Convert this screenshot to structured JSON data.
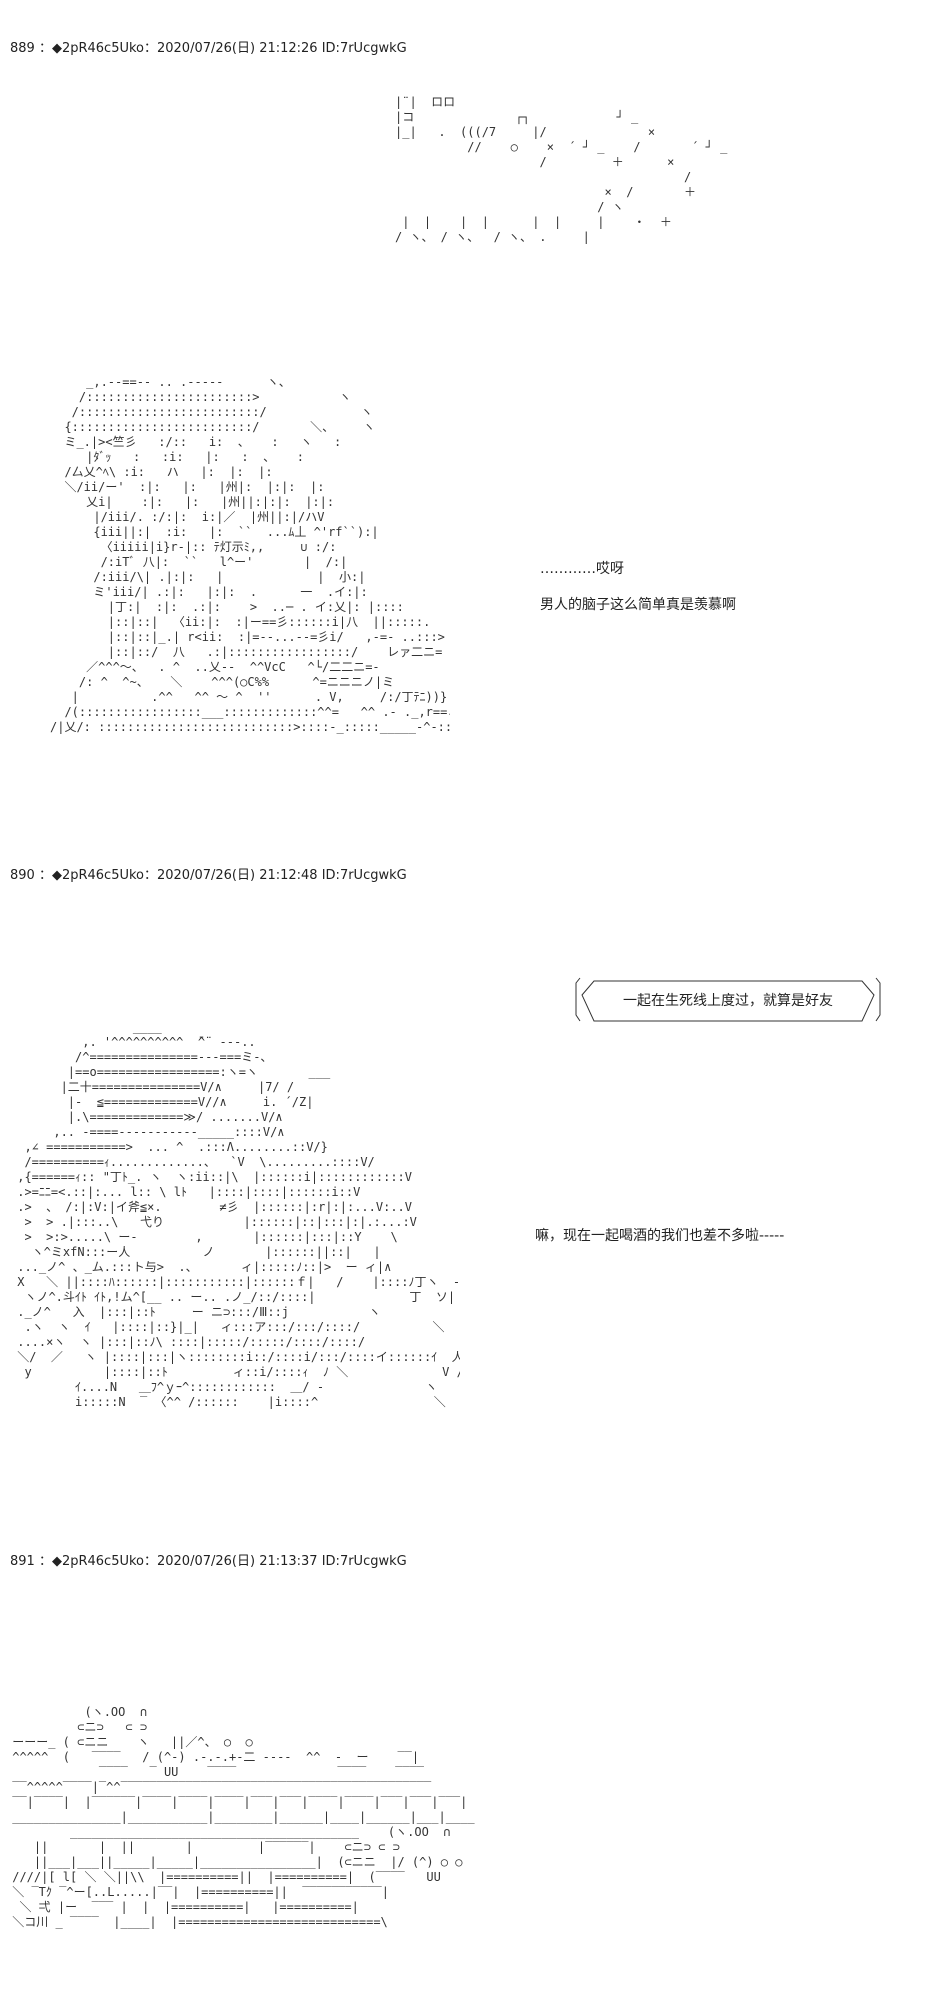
{
  "posts": [
    {
      "header": "889 ：◆2pR46c5Uko：2020/07/26(日) 21:12:26 ID:7rUcgwkG",
      "dialogue": [
        "…………哎呀",
        "男人的脑子这么简单真是羡慕啊"
      ]
    },
    {
      "header": "890 ：◆2pR46c5Uko：2020/07/26(日) 21:12:48 ID:7rUcgwkG",
      "bubble": "一起在生死线上度过，就算是好友",
      "dialogue": [
        "嘛，现在一起喝酒的我们也差不多啦-----"
      ]
    },
    {
      "header": "891 ：◆2pR46c5Uko：2020/07/26(日) 21:13:37 ID:7rUcgwkG"
    }
  ],
  "art": {
    "sfx_top": "|¨|  ロロ\n|コ              ┌┐            ┘ _\n|_|   .  (((/7     |/              ×\n          //    ○    ×  ´ ┘ _    /       ´ ┘ _\n                    /         ＋      ×\n                                        /\n                             ×  /       ＋\n                            / ヽ\n |  |    |  |      |  |     |    ・  ＋\n/ ヽ、 / ヽ、  / ヽ、 .     |",
    "girl": "     _,.--==-- .. .-----      ヽ、\n    /:::::::::::::::::::::::>           ヽ\n   /:::::::::::::::::::::::::/             ヽ\n  {:::::::::::::::::::::::::/       ＼、    ヽ\n  ミ_.|><竺彡   :/::   i:  、   :   ヽ   :\n     |ﾀﾞｯ   :   :i:   |:   :  、   :\n  /厶乂^ﾍ\\ :i:   ハ   |:  |:  |:\n  ＼/ii/ー'  :|:   |:   |州|:  |:|:  |:\n     乂i|    :|:   |:   |州||:|:|:  |:|:\n      |/iii/. :/:|:  i:|／  |州||:|/ハV\n      {iii||:|  :i:   |:  ``  ...ﾑ丄 ^'rf``):|\n       〈iiiii|i}r-|:: ﾃ灯示ﾐ,,     ∪ :/:\n       /:iTﾞ 八|:  ``   l^ー'       |  /:|\n      /:iii/\\| .|:|:   |             |  小:|\n      ミ'iii/| .:|:   |:|:  .      一  .イ:|:\n        |丁:|  :|:  .:|:    >  ..─ . イ:乂|: |::::\n        |::|::|  〈ii:|:  :|ー==彡::::::i|八  ||:::::.\n        |::|::|_.| r<ii:  :|=--...--=彡i/   ,-=- ..:::>\n        |::|::/  八   .:|:::::::::::::::::/    レァ二ニ=\n     ／^^^～、  . ^  ..乂--  ^^VcC   ^└/二二ニ=-\n    /: ^  ^~、   ＼    ^^^(○C%%      ^=ニニニノ|ミ\n   |          .^^   ^^ ～ ^  ''      . V,     /:/丁ﾃﾆ))}\n  /(:::::::::::::::::___:::::::::::::^^=   ^^ .‐ ._,r==ミ/ィ::/ |乂_彡:i|\n/|乂/: :::::::::::::::::::::::::::>::::-_:::::_____-^-::::>:/   }::::::::::|",
    "samurai": "                 ____\n          ,. '^^^^^^^^^^  ̄^¨ ‐--..\n         /^===============---===ミ-、\n        |==o=================:ヽ=ヽ       ___\n       |二十===============V/∧     |7/ /\n        |-  ≦=============V//∧     i. ´/Z|\n        |.\\=============≫/ .......V/∧\n      ,.. -====-----------_____::::V/∧\n  ,∠ ===========>  ... ^  .:::Λ........::V/}\n  /==========ｨ.............、  `V  \\.........::::V/\n ,{======ｨ:: \"丁ﾄ_. ヽ  ヽ:ii::|\\  |::::::i|::::::::::::V\n .>=ﾆﾆ=<.::|:... l:: \\ lﾄ   |::::|::::|::::::i::V\n .>  、 /:|:V:|イ斧≦×.        ≠彡  |::::::|:r|:|:...V:..V\n  >  > .|:::..\\   弋り           |::::::|::|:::|:|.:...:V\n  >  >:>.....\\ ー‐        ,       |::::::|:::|::Y    \\\n   ヽ^ミxfN:::ー人          ノ       |::::::||::|   |\n ..._ノ^ 、_ム.:::ト与>  .、      ィ|:::::ﾉ::|>  ー ィ|∧\n X   ＼ ||::::ﾊ::::::|:::::::::::|::::::ｆ|   /    |::::ﾉ丁ヽ  -----  八|\n  ヽノ^.斗ｲﾄ ｲﾄ,!ム^[__ .. ー.. .ノ_/::/::::|             丁  ソ|\n ._ノ^   入  |:::|::ﾄ     ー ニ⊃:::/Ⅲ::j           ヽ\n  .ヽ  ヽ  ｲ   |::::|::}|_|   ィ:::ア:::/:::/::::/          ＼   ヽ、\n ....×ヽ  ヽ |:::|::ﾉ\\ ::::|:::::/:::::/::::/::::/              ﾊ マム\n ＼/  ／   ヽ |::::|:::|ヽ::::::::i::/::::i/:::/::::イ::::::ｲ  人           ﾍ\\ マム\n  y          |::::|::ﾄ         ィ::i/::::ｨ  ﾉ ＼             V /    マ\\\n         ｲ....N   ＿ﾌ^ｙｰ^::::::::::::  ＿/ ‐              ヽ     ヽ  ^\n         i:::::N  ‾ 〈^^ /::::::    |i::::^                ＼    マ  ＼",
    "bottom": "           (ヽ.OO  ∩\n          ⊂ニ⊃   ⊂ ⊃\n ーーー_ ( ⊂ニニ    ヽ   ||／^、 ○  ○\n ^^^^^  (   ‾‾‾‾   / (^-) .-.-.+-二 ----  ^^  -  ー    ‾‾|\n             ‾‾‾‾   ‾ UU    ‾‾‾‾              ‾‾‾‾    ‾‾‾‾\n ‾‾^^^^^‾‾‾‾|‾^^‾‾‾‾‾‾‾‾‾‾‾‾‾‾‾‾‾‾‾‾‾‾‾‾‾‾‾‾‾‾‾‾‾‾‾‾‾‾‾‾‾‾‾\n ‾‾|‾‾‾‾|  |‾‾‾‾‾‾|‾‾‾‾|‾‾‾‾|‾‾‾‾|‾‾‾|‾‾‾|‾‾‾‾|‾‾‾‾|‾‾‾|‾‾‾|‾‾‾|\n _______________|___________|________|______|____|______|___|____\n         ________________________________________    (ヽ.OO  ∩\n    ||       |  ||       |         |‾‾‾‾‾‾|    ⊂ニ⊃ ⊂ ⊃\n    ||___|___||_____|_____|________________|  (⊂ニニ  |/ (^) ○ ○\n ////|[ l[ ＼ ＼||\\\\  |==========||  |==========|  (‾‾‾‾   UU\n ＼ ‾Tｸ ‾^ー[..L.....|‾‾|  |==========||  ‾‾‾‾‾‾‾‾‾‾‾|\n  ＼ 弌 |ー  ‾‾‾ |  |  |==========|   |==========|\n ＼コ川 _ ‾‾‾‾  |____|  |============================\\"
  }
}
